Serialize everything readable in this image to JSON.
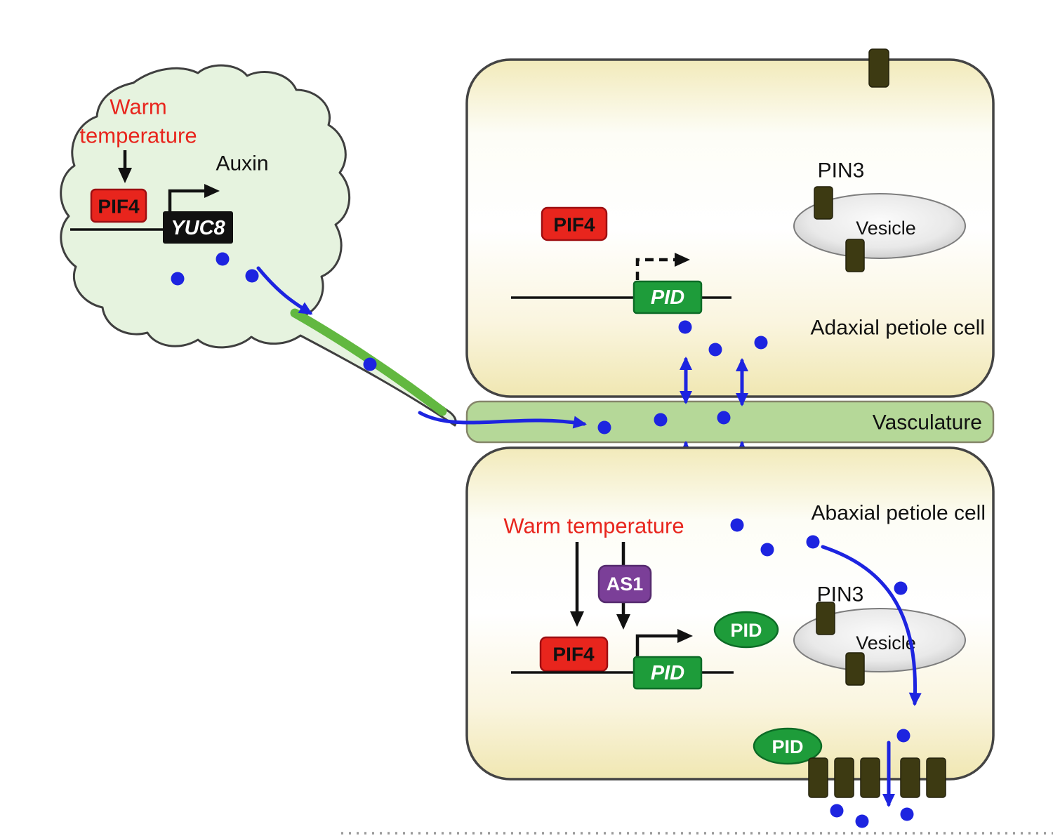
{
  "leaf": {
    "warm_line1": "Warm",
    "warm_line2": "temperature",
    "pif4": "PIF4",
    "yuc8": "YUC8",
    "auxin": "Auxin"
  },
  "adaxial": {
    "title": "Adaxial petiole cell",
    "pif4": "PIF4",
    "pid_gene": "PID",
    "pin3": "PIN3",
    "vesicle": "Vesicle"
  },
  "vasculature": {
    "label": "Vasculature"
  },
  "abaxial": {
    "title": "Abaxial petiole cell",
    "warm": "Warm temperature",
    "as1": "AS1",
    "pif4": "PIF4",
    "pid_gene": "PID",
    "pid_protein_mid": "PID",
    "pid_protein_bottom": "PID",
    "pin3": "PIN3",
    "vesicle": "Vesicle"
  },
  "colors": {
    "pif4_red": "#e8251d",
    "yuc8_black": "#111111",
    "pid_green": "#1e9c3a",
    "as1_purple": "#7b3f98",
    "auxin_blue": "#1d24e0",
    "membrane_dark": "#3d3a12",
    "leaf_fill": "#e6f3df",
    "vasculature_fill": "#b5d898",
    "cell_band_yellow": "#f2eaba",
    "vesicle_gray": "#c2c2c2"
  }
}
